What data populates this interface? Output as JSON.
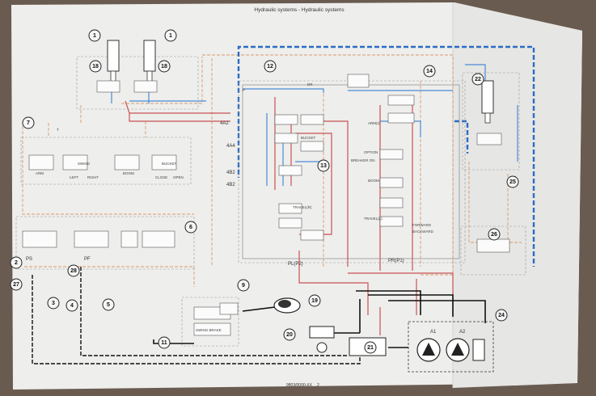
{
  "page": {
    "header": "Hydraulic systems - Hydraulic systems",
    "footer": "9803/0000-XX",
    "page_number": "2"
  },
  "callouts": [
    "1",
    "1",
    "18",
    "18",
    "12",
    "14",
    "7",
    "13",
    "6",
    "2",
    "27",
    "3",
    "28",
    "4",
    "5",
    "9",
    "19",
    "20",
    "11",
    "21",
    "24",
    "22",
    "26",
    "25"
  ],
  "labels": {
    "arm": "ARM",
    "swing": "SWING",
    "left": "LEFT",
    "right": "RIGHT",
    "boom": "BOOM",
    "bucket": "BUCKET",
    "close": "CLOSE",
    "open": "OPEN",
    "dig_block": "4A2",
    "port_4a4": "4A4",
    "port_4b2": "4B2",
    "port_4b2_alt": "4B2",
    "pl": "PL(P2)",
    "pr": "PR(P1)",
    "a1": "A1",
    "a2": "A2",
    "breaker": "BREAKER ON",
    "option": "OPTION",
    "travel_l": "TRAVEL(L)",
    "travel_r": "TRAVEL(R)",
    "swing_brake": "SWING BRAKE",
    "boom2": "BOOM",
    "arm2": "ARM(2)",
    "bucket2": "BUCKET",
    "forward": "FORWARD",
    "backward": "BACKWARD",
    "ps": "PS",
    "pf": "PF",
    "dr": "DR",
    "pt": "P",
    "t": "T"
  },
  "colors": {
    "paper": "#f1f1ef",
    "pressure_red": "#c85252",
    "return_blue": "#2b6cc4",
    "pilot_orange": "#d89a6a",
    "pipe_black": "#111111"
  }
}
